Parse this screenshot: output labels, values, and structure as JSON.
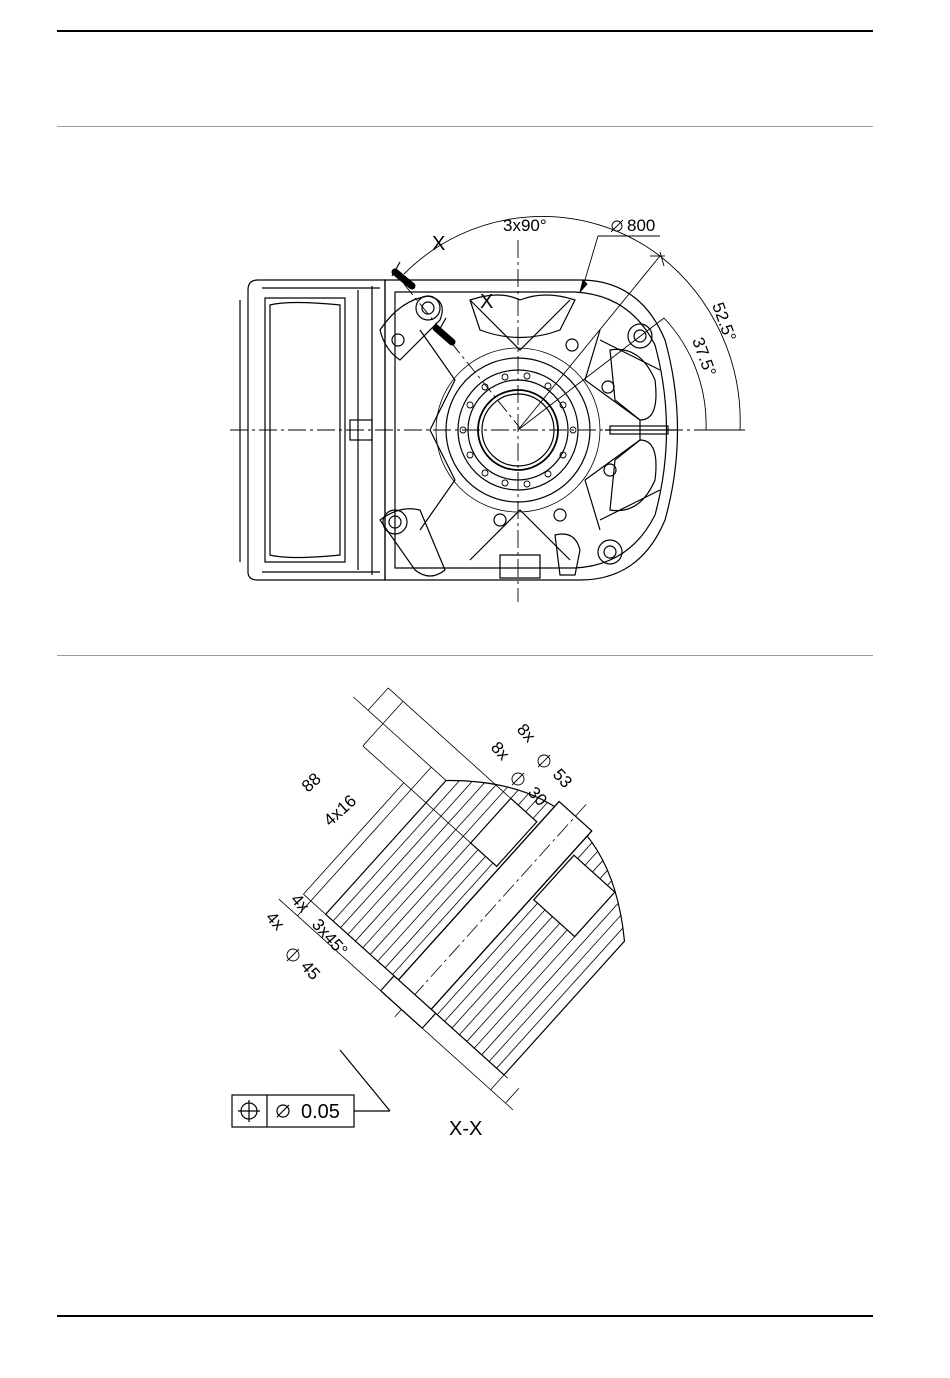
{
  "top_view": {
    "section_marker_1": "X",
    "section_marker_2": "X",
    "dim_angle_spacing": "3x90°",
    "dim_diameter": "800",
    "dim_angle_a": "52.5°",
    "dim_angle_b": "37.5°"
  },
  "section_view": {
    "dim_88": "88",
    "dim_4x16": "4x16",
    "dim_8x_53_count": "8x",
    "dim_8x_53_value": "53",
    "dim_8x_30_count": "8x",
    "dim_8x_30_value": "30",
    "dim_4x_chamfer_count": "4x",
    "dim_4x_chamfer_value": "3x45°",
    "dim_4x_45_count": "4x",
    "dim_4x_45_value": "45",
    "tolerance_value": "0.05",
    "section_label": "X-X"
  }
}
